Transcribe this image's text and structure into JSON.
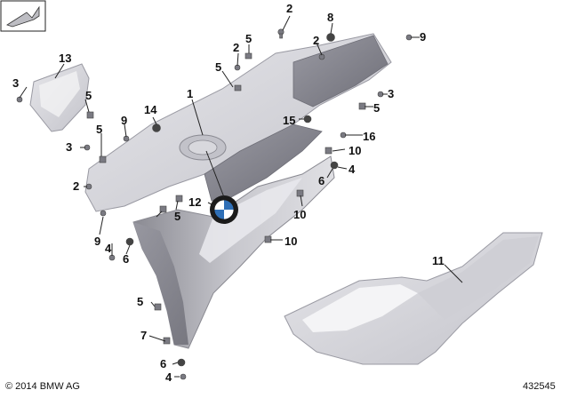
{
  "diagram": {
    "part_labels": [
      "1",
      "2",
      "3",
      "4",
      "5",
      "6",
      "7",
      "8",
      "9",
      "10",
      "11",
      "12",
      "13",
      "14",
      "15",
      "16"
    ],
    "copyright": "© 2014 BMW AG",
    "drawing_id": "432545",
    "colors": {
      "panel_light": "#d9d9de",
      "panel_mid": "#b5b5bc",
      "panel_dark": "#7d7d86",
      "ink": "#111111"
    },
    "icons": [
      "bmw-roundel-icon",
      "view-direction-icon",
      "screw-icon",
      "nut-icon",
      "clip-icon"
    ]
  }
}
